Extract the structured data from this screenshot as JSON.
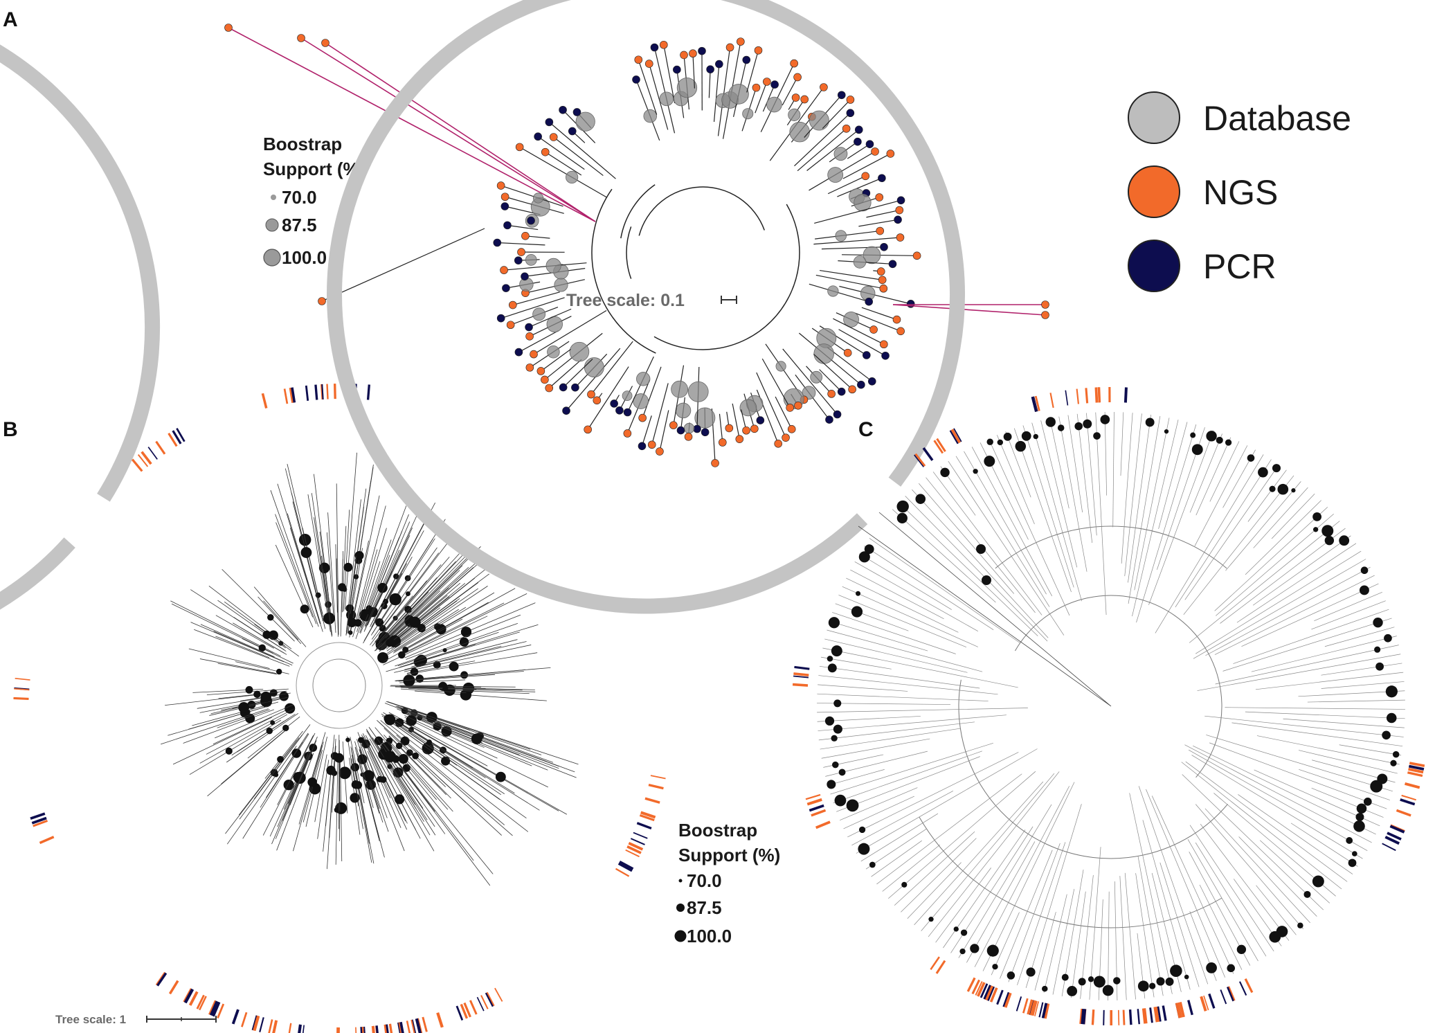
{
  "panels": {
    "a": {
      "letter": "A",
      "tree_scale": "Tree scale: 0.1",
      "bootstrap": {
        "title1": "Boostrap",
        "title2": "Support (%)",
        "values": [
          "70.0",
          "87.5",
          "100.0"
        ]
      }
    },
    "b": {
      "letter": "B",
      "tree_scale": "Tree scale: 1"
    },
    "c": {
      "letter": "C"
    }
  },
  "bootstrap_bc": {
    "title1": "Boostrap",
    "title2": "Support (%)",
    "values": [
      "70.0",
      "87.5",
      "100.0"
    ]
  },
  "legend": [
    {
      "label": "Database",
      "color": "#bdbdbd"
    },
    {
      "label": "NGS",
      "color": "#f26a2a"
    },
    {
      "label": "PCR",
      "color": "#0d0d4f"
    }
  ],
  "colors": {
    "database": "#bdbdbd",
    "ngs": "#f26a2a",
    "pcr": "#0d0d4f",
    "highlight_branch": "#b0206a",
    "ring": "#c4c4c4"
  }
}
